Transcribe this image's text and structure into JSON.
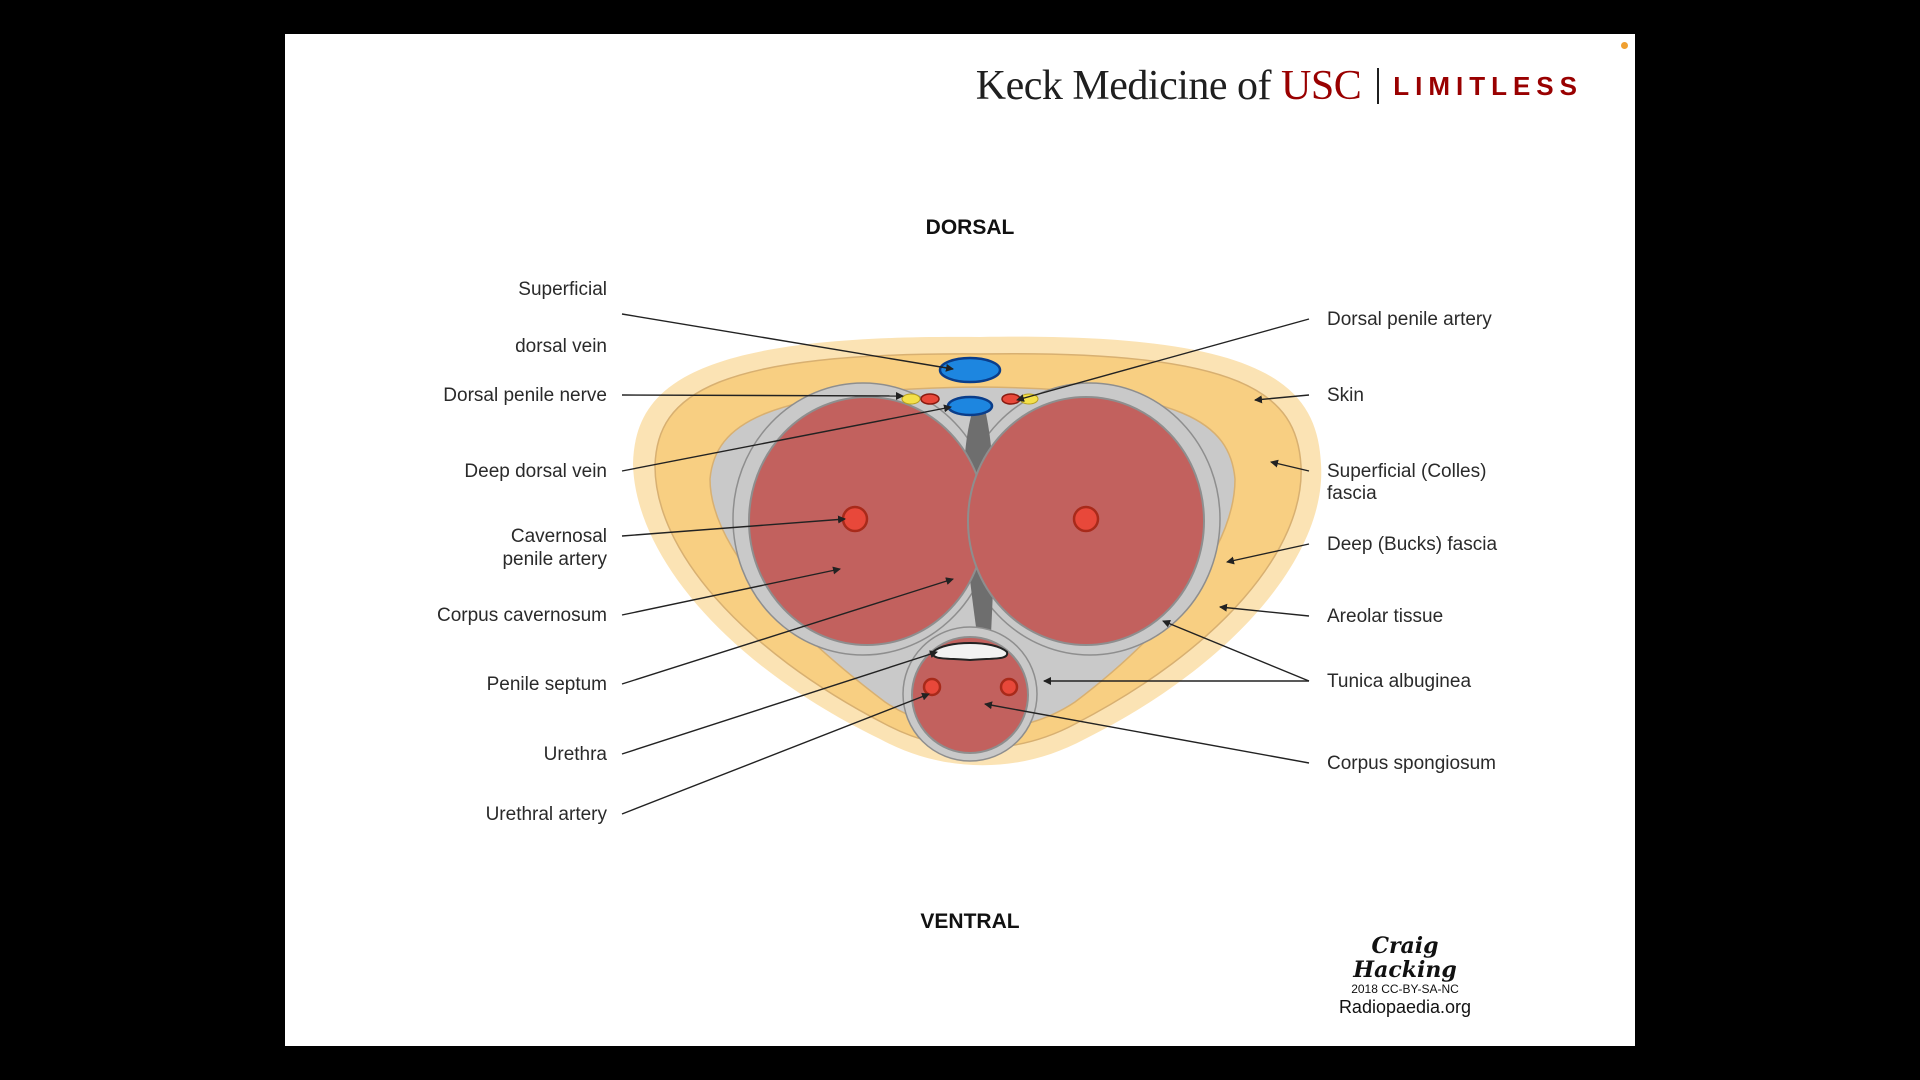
{
  "brand": {
    "name": "Keck Medicine of",
    "highlight": "USC",
    "tagline": "LIMITLESS",
    "colors": {
      "usc_red": "#990000",
      "text": "#1f1f1f"
    }
  },
  "diagram": {
    "top_label": "DORSAL",
    "bottom_label": "VENTRAL",
    "left_labels": [
      [
        "Superficial",
        "dorsal  vein"
      ],
      [
        "Dorsal penile nerve"
      ],
      [
        "Deep dorsal vein"
      ],
      [
        "Cavernosal",
        "penile artery"
      ],
      [
        "Corpus cavernosum"
      ],
      [
        "Penile septum"
      ],
      [
        "Urethra"
      ],
      [
        "Urethral artery"
      ]
    ],
    "right_labels": [
      [
        "Dorsal penile artery"
      ],
      [
        "Skin"
      ],
      [
        "Superficial (Colles)",
        "fascia"
      ],
      [
        "Deep (Bucks) fascia"
      ],
      [
        "Areolar tissue"
      ],
      [
        "Tunica albuginea"
      ],
      [
        "Corpus spongiosum"
      ]
    ],
    "colors": {
      "skin": "#fbe3b4",
      "areolar": "#f8cf82",
      "fascia_line": "#d8b071",
      "tunica": "#c9c9c9",
      "tunica_dark": "#8e8e8e",
      "septum": "#6e6e6e",
      "corpus": "#c2615e",
      "artery": "#e8483a",
      "vein": "#1d86e0",
      "vein_dark": "#0a3d8a",
      "nerve": "#f4e04a"
    }
  },
  "credit": {
    "author": "Craig Hacking",
    "license": "2018 CC-BY-SA-NC",
    "site": "Radiopaedia.org"
  },
  "ui": {
    "record_dot_color": "#f0a030"
  }
}
